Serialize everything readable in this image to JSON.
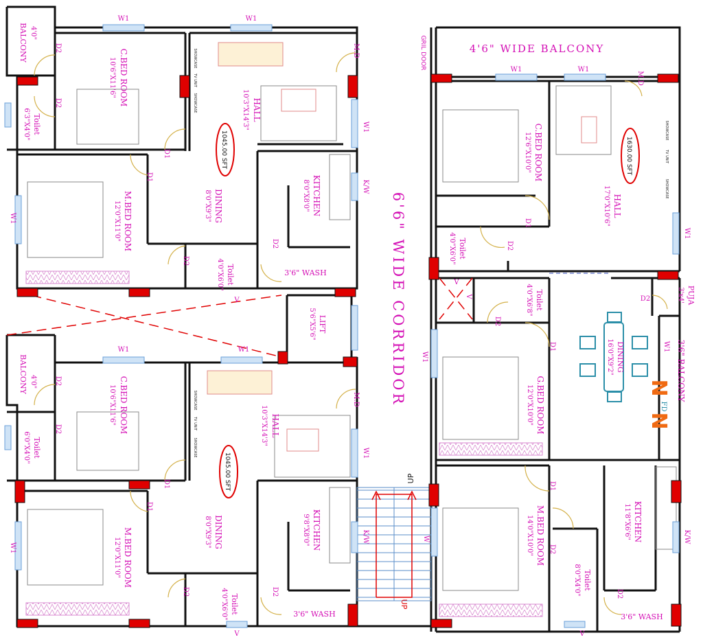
{
  "colors": {
    "wall": "#111111",
    "label": "#d40fb5",
    "column": "#e00000",
    "window": "#6a9fd8",
    "door": "#d4b14a",
    "area_ring": "#e00000",
    "cut_line": "#e00000",
    "furniture": "#8a8a8a"
  },
  "corridor": {
    "label": "6'6\" WIDE CORRIDOR"
  },
  "top_balcony": {
    "label": "4'6\" WIDE BALCONY"
  },
  "gril_door": {
    "label": "GRIL DOOR"
  },
  "lift": {
    "name": "LIFT",
    "dim": "5'6\"X5'6\""
  },
  "stair": {
    "up_top": "UP",
    "up_bottom": "UP"
  },
  "flats": {
    "top_left": {
      "area": "1045.00 SFT",
      "balcony": {
        "dim": "4'0\"",
        "name": "BALCONY"
      },
      "toilet_1": {
        "name": "Toilet",
        "dim": "6'3\"X4'0\""
      },
      "c_bed": {
        "name": "C.BED ROOM",
        "dim": "10'6\"X11'6\""
      },
      "hall": {
        "name": "HALL",
        "dim": "10'3\"X14'3\""
      },
      "m_bed": {
        "name": "M.BED ROOM",
        "dim": "12'0\"X11'0\""
      },
      "dining": {
        "name": "DINING",
        "dim": "8'0\"X9'3\""
      },
      "kitchen": {
        "name": "KITCHEN",
        "dim": "8'0\"X8'0\""
      },
      "toilet_2": {
        "name": "Toilet",
        "dim": "4'0\"X6'0\""
      },
      "wash": "3'6\"  WASH"
    },
    "bottom_left": {
      "area": "1045.00 SFT",
      "balcony": {
        "dim": "4'0\"",
        "name": "BALCONY"
      },
      "toilet_1": {
        "name": "Toilet",
        "dim": "6'0\"X4'0\""
      },
      "c_bed": {
        "name": "C.BED ROOM",
        "dim": "10'6\"X11'6\""
      },
      "hall": {
        "name": "HALL",
        "dim": "10'3\"X14'3\""
      },
      "m_bed": {
        "name": "M.BED ROOM",
        "dim": "12'0\"X11'0\""
      },
      "dining": {
        "name": "DINING",
        "dim": "8'0\"X9'3\""
      },
      "kitchen": {
        "name": "KITCHEN",
        "dim": "9'8\"X8'0\""
      },
      "toilet_2": {
        "name": "Toilet",
        "dim": "4'0\"X6'0\""
      },
      "wash": "3'6\"  WASH"
    },
    "right": {
      "area": "1630.00 SFT",
      "c_bed": {
        "name": "C.BED ROOM",
        "dim": "12'6\"X10'0\""
      },
      "hall": {
        "name": "HALL",
        "dim": "17'0\"X10'6\""
      },
      "toilet_1": {
        "name": "Toilet",
        "dim": "4'0\"X6'0\""
      },
      "toilet_2": {
        "name": "Toilet",
        "dim": "4'0\"X6'8\""
      },
      "puja": {
        "name": "PUJA",
        "dim": "3'x4'"
      },
      "dining": {
        "name": "DINING",
        "dim": "16'0\"X9'2\""
      },
      "balcony": {
        "name": "3'6\" BALCONY"
      },
      "g_bed": {
        "name": "G.BED ROOM",
        "dim": "12'0\"X10'0\""
      },
      "m_bed": {
        "name": "M.BED ROOM",
        "dim": "14'0\"X10'0\""
      },
      "toilet_3": {
        "name": "Toilet",
        "dim": "8'0\"X4'0\""
      },
      "kitchen": {
        "name": "KITCHEN",
        "dim": "11'8\"X6'6\""
      },
      "wash": "3'6\"  WASH"
    }
  },
  "tags": {
    "w1": "W1",
    "w": "W",
    "d1": "D1",
    "d2": "D2",
    "md": "M.D",
    "kw": "K/W",
    "v": "V",
    "showcase": "SHOWCASE",
    "tv": "TV UNIT",
    "fd": "FD",
    "n": "N"
  }
}
